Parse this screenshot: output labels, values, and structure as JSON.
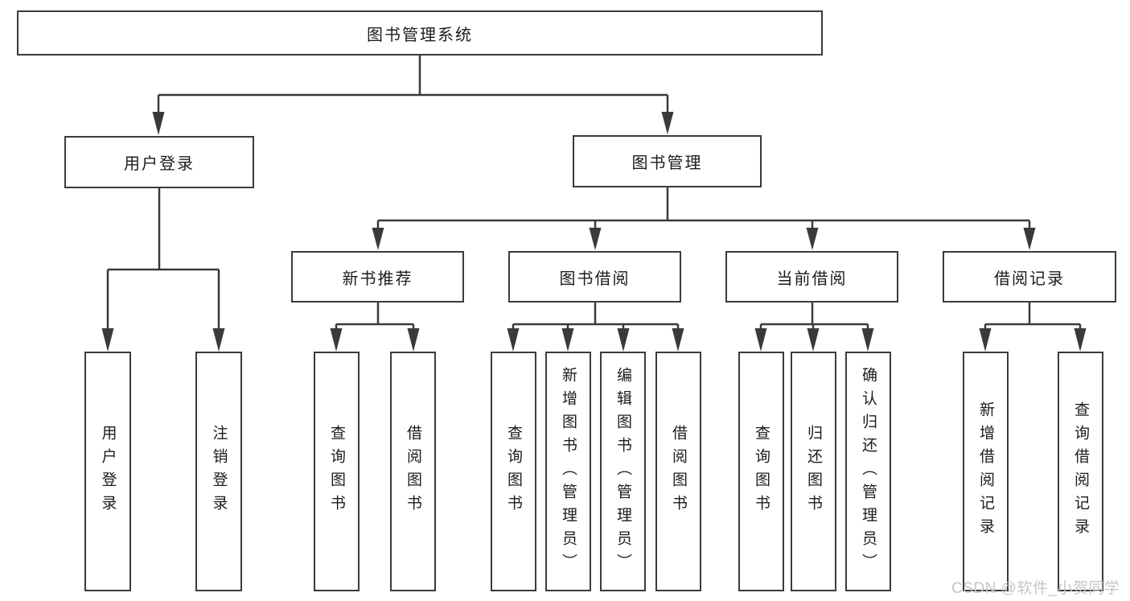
{
  "diagram": {
    "root": {
      "label": "图书管理系统"
    },
    "level2": {
      "user_login": {
        "label": "用户登录"
      },
      "book_management": {
        "label": "图书管理"
      }
    },
    "level3": {
      "new_book_recommend": {
        "label": "新书推荐"
      },
      "book_borrow": {
        "label": "图书借阅"
      },
      "current_borrow": {
        "label": "当前借阅"
      },
      "borrow_records": {
        "label": "借阅记录"
      }
    },
    "leaves": {
      "user_login": [
        "用户登录",
        "注销登录"
      ],
      "new_book_recommend": [
        "查询图书",
        "借阅图书"
      ],
      "book_borrow": [
        "查询图书",
        "新增图书（管理员）",
        "编辑图书（管理员）",
        "借阅图书"
      ],
      "current_borrow": [
        "查询图书",
        "归还图书",
        "确认归还（管理员）"
      ],
      "borrow_records": [
        "新增借阅记录",
        "查询借阅记录"
      ]
    }
  },
  "watermark": "CSDN @软件_小贺同学",
  "colors": {
    "line": "#3a3a3a",
    "border": "#3b3b3b",
    "text": "#1c1c1c",
    "watermark": "#c6c6c6",
    "background": "#ffffff"
  }
}
